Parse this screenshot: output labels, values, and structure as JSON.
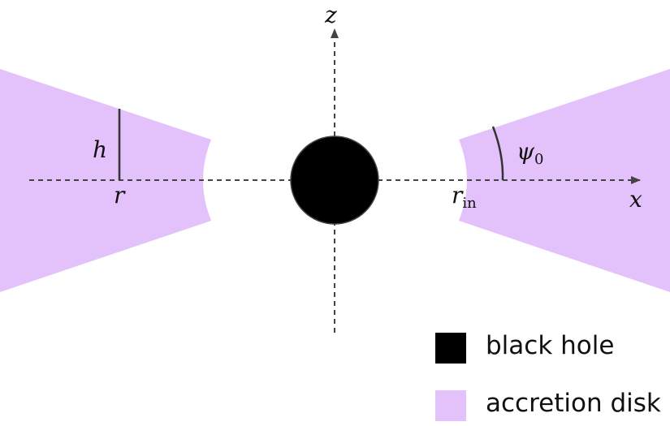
{
  "colors": {
    "disk": "#e3c1fb",
    "black_hole": "#000000",
    "axis": "#444444",
    "marker": "#333333"
  },
  "axes": {
    "z_label": "z",
    "x_label": "x"
  },
  "labels": {
    "h": "h",
    "r": "r",
    "r_in": "r",
    "r_in_sub": "in",
    "psi": "ψ",
    "psi_sub": "0"
  },
  "legend": {
    "items": [
      {
        "label": "black hole",
        "color": "#000000"
      },
      {
        "label": "accretion disk",
        "color": "#e3c1fb"
      }
    ]
  }
}
